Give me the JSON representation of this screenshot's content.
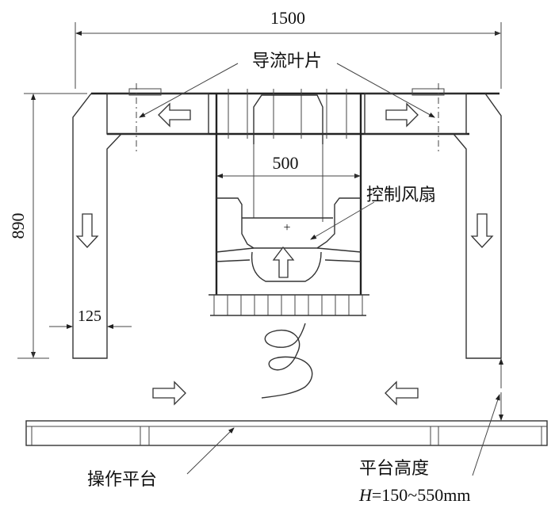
{
  "dimensions": {
    "total_width": "1500",
    "height": "890",
    "fan_width": "500",
    "leg_width": "125"
  },
  "labels": {
    "guide_vanes": "导流叶片",
    "control_fan": "控制风扇",
    "platform": "操作平台",
    "platform_height": "平台高度",
    "height_var": "H",
    "height_range": "=150~550mm"
  },
  "colors": {
    "line": "#333333",
    "background": "#ffffff"
  }
}
